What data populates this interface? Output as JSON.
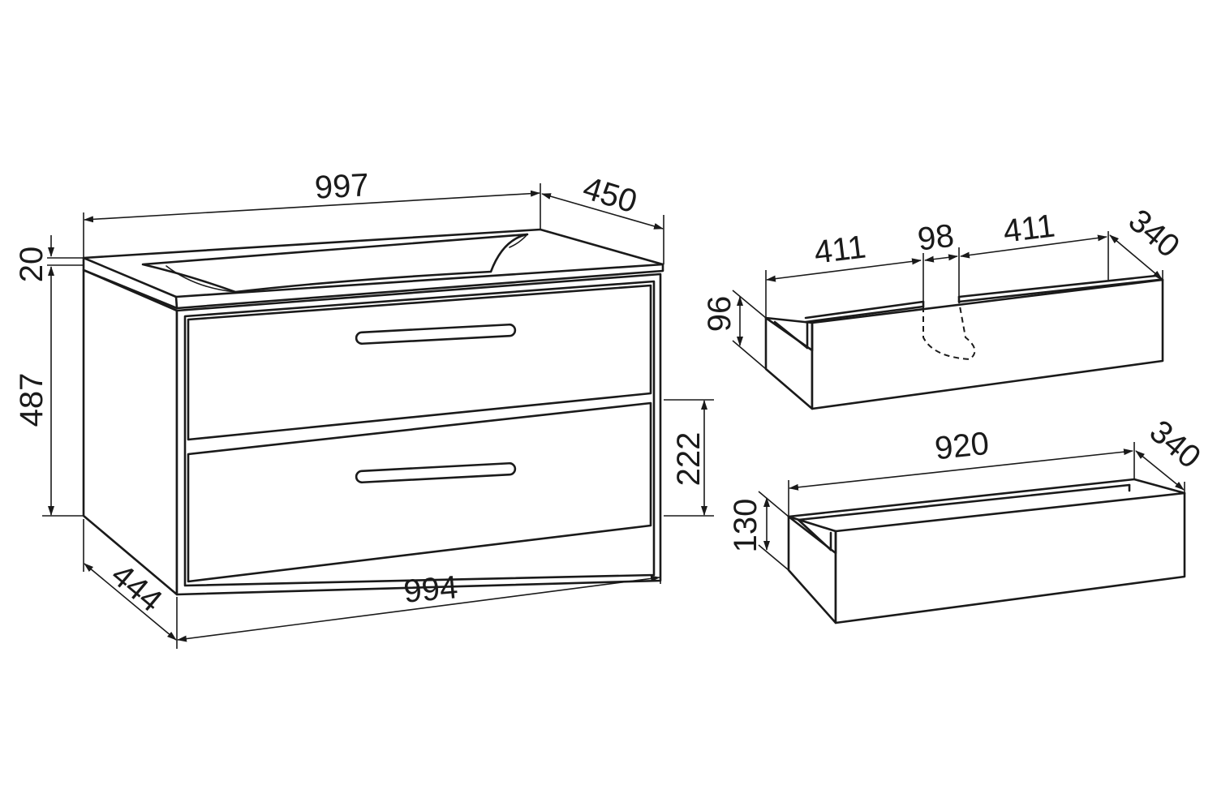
{
  "dimensions": {
    "vanity": {
      "width_top": "997",
      "depth_top": "450",
      "top_thickness": "20",
      "body_height": "487",
      "drawer_front_height": "222",
      "depth_bottom": "444",
      "width_bottom": "994"
    },
    "upper_drawer": {
      "left_width": "411",
      "cutout_width": "98",
      "right_width": "411",
      "depth": "340",
      "height": "96"
    },
    "lower_drawer": {
      "width": "920",
      "depth": "340",
      "height": "130"
    }
  }
}
